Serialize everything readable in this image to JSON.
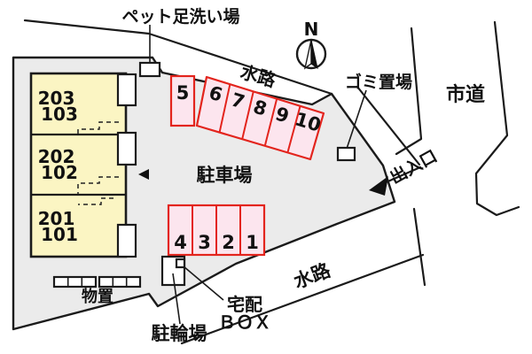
{
  "site_plan": {
    "title_hint": "apartment site / parking layout plan",
    "labels": {
      "pet_wash": "ペット足洗い場",
      "waterway_top": "水路",
      "waterway_bottom": "水路",
      "garbage": "ゴミ置場",
      "city_road": "市道",
      "entrance": "出入口",
      "parking_lot": "駐車場",
      "storage": "物置",
      "delivery_line1": "宅配",
      "delivery_line2": "ＢＯＸ",
      "bicycle_parking": "駐輪場",
      "north": "N"
    },
    "building_units": [
      {
        "line1": "203",
        "line2": "103"
      },
      {
        "line1": "202",
        "line2": "102"
      },
      {
        "line1": "201",
        "line2": "101"
      }
    ],
    "stalls_top": [
      "5",
      "6",
      "7",
      "8",
      "9",
      "10"
    ],
    "stalls_bottom": [
      "4",
      "3",
      "2",
      "1"
    ],
    "colors": {
      "site_fill": "#ebebeb",
      "building_fill": "#fbf5c3",
      "stall_fill": "#fce5ee",
      "stall_border": "#e3241d",
      "line": "#1b1b1b"
    }
  }
}
